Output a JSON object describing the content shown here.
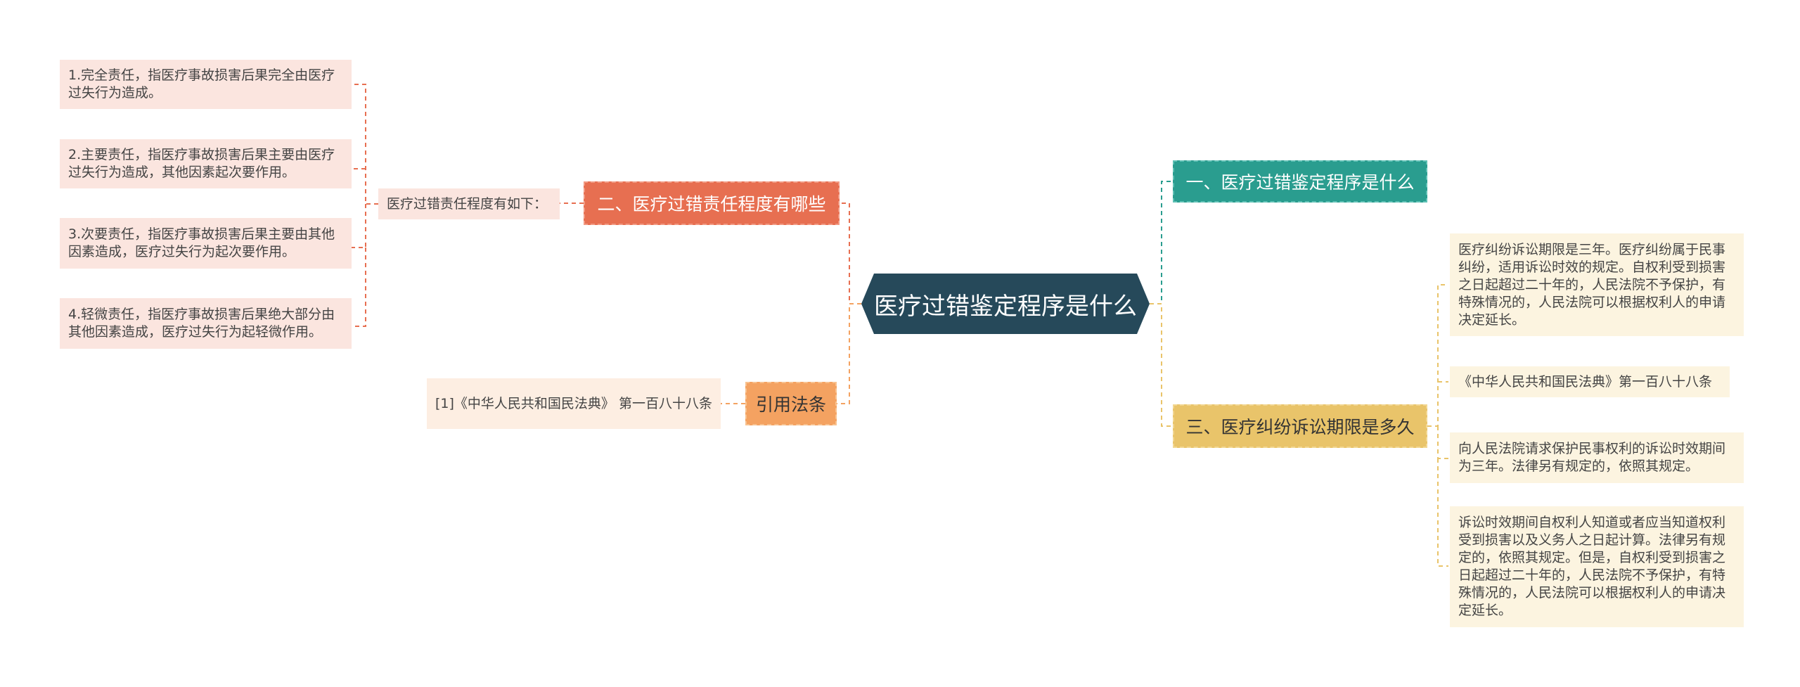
{
  "center": {
    "title": "医疗过错鉴定程序是什么"
  },
  "branches": {
    "b1": {
      "label": "一、医疗过错鉴定程序是什么",
      "color": "#2a9d8f"
    },
    "b2": {
      "label": "二、医疗过错责任程度有哪些",
      "color": "#e76f51"
    },
    "b3": {
      "label": "三、医疗纠纷诉讼期限是多久",
      "color": "#e9c46a"
    },
    "b4": {
      "label": "引用法条",
      "color": "#f4a261"
    }
  },
  "b2_children": {
    "intro": "医疗过错责任程度有如下：",
    "items": [
      "1.完全责任，指医疗事故损害后果完全由医疗过失行为造成。",
      "2.主要责任，指医疗事故损害后果主要由医疗过失行为造成，其他因素起次要作用。",
      "3.次要责任，指医疗事故损害后果主要由其他因素造成，医疗过失行为起次要作用。",
      "4.轻微责任，指医疗事故损害后果绝大部分由其他因素造成，医疗过失行为起轻微作用。"
    ]
  },
  "b4_children": {
    "items": [
      "[1]《中华人民共和国民法典》 第一百八十八条"
    ]
  },
  "b3_children": {
    "items": [
      "医疗纠纷诉讼期限是三年。医疗纠纷属于民事纠纷，适用诉讼时效的规定。自权利受到损害之日起超过二十年的，人民法院不予保护，有特殊情况的，人民法院可以根据权利人的申请决定延长。",
      "《中华人民共和国民法典》第一百八十八条",
      "向人民法院请求保护民事权利的诉讼时效期间为三年。法律另有规定的，依照其规定。",
      "诉讼时效期间自权利人知道或者应当知道权利受到损害以及义务人之日起计算。法律另有规定的，依照其规定。但是，自权利受到损害之日起超过二十年的，人民法院不予保护，有特殊情况的，人民法院可以根据权利人的申请决定延长。"
    ]
  }
}
